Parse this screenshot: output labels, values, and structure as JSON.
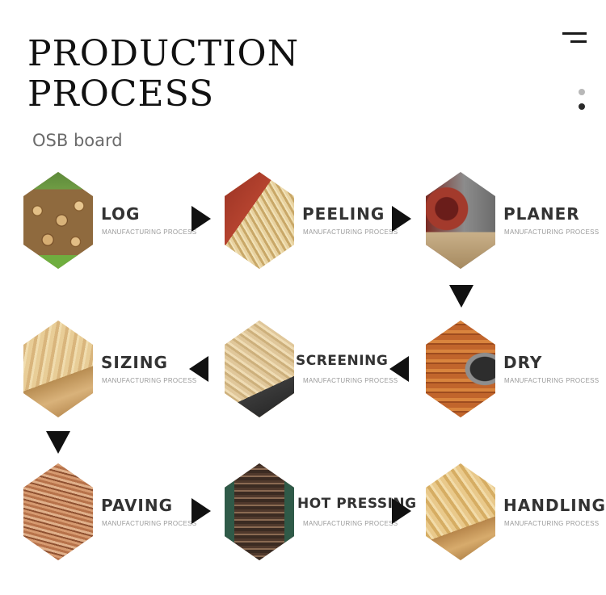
{
  "header": {
    "title_line1": "PRODUCTION",
    "title_line2": "PROCESS",
    "subtitle": "OSB board"
  },
  "icons": {
    "menu": "menu-icon",
    "more": "more-vertical-icon"
  },
  "colors": {
    "text": "#111111",
    "subtitle": "#6b6b6b",
    "caption": "#9a9a9a",
    "arrow": "#111111"
  },
  "steps": [
    {
      "label": "LOG",
      "caption": "MANUFACTURING PROCESS",
      "image": "stacked-logs-photo"
    },
    {
      "label": "PEELING",
      "caption": "MANUFACTURING PROCESS",
      "image": "peeling-machine-photo"
    },
    {
      "label": "PLANER",
      "caption": "MANUFACTURING PROCESS",
      "image": "planer-machine-photo"
    },
    {
      "label": "DRY",
      "caption": "MANUFACTURING PROCESS",
      "image": "dryer-drum-photo"
    },
    {
      "label": "SCREENING",
      "caption": "MANUFACTURING PROCESS",
      "image": "osb-chips-photo"
    },
    {
      "label": "SIZING",
      "caption": "MANUFACTURING PROCESS",
      "image": "sized-boards-photo"
    },
    {
      "label": "PAVING",
      "caption": "MANUFACTURING PROCESS",
      "image": "wood-strand-mat-photo"
    },
    {
      "label": "HOT PRESSING",
      "caption": "MANUFACTURING PROCESS",
      "image": "hot-press-photo"
    },
    {
      "label": "HANDLING",
      "caption": "MANUFACTURING PROCESS",
      "image": "finished-osb-photo"
    }
  ]
}
